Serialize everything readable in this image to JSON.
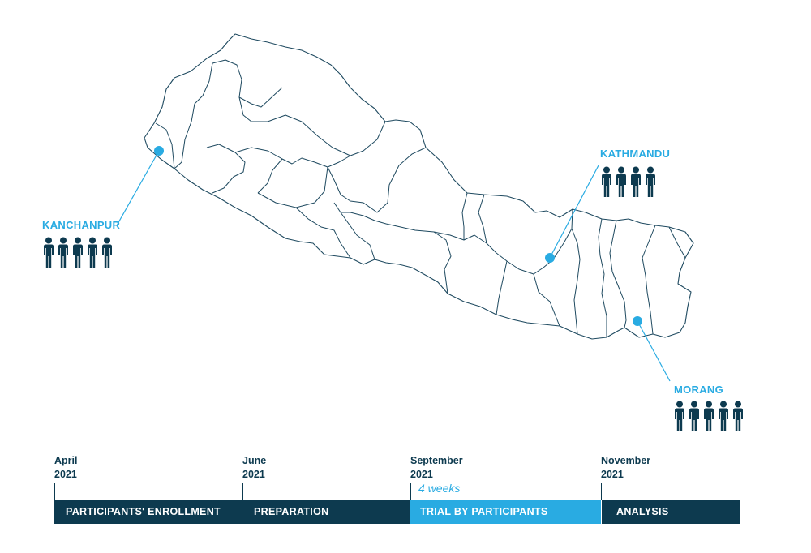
{
  "colors": {
    "accent": "#29abe2",
    "dark": "#0d3a4f",
    "map_line": "#1f4a60"
  },
  "regions": [
    {
      "name": "KANCHANPUR",
      "people": 5
    },
    {
      "name": "KATHMANDU",
      "people": 4
    },
    {
      "name": "MORANG",
      "people": 5
    }
  ],
  "timeline": {
    "dates": [
      {
        "month": "April",
        "year": "2021"
      },
      {
        "month": "June",
        "year": "2021"
      },
      {
        "month": "September",
        "year": "2021"
      },
      {
        "month": "November",
        "year": "2021"
      }
    ],
    "duration_note": "4 weeks",
    "phases": [
      {
        "label": "PARTICIPANTS' ENROLLMENT"
      },
      {
        "label": "PREPARATION"
      },
      {
        "label": "TRIAL BY PARTICIPANTS"
      },
      {
        "label": "ANALYSIS"
      }
    ]
  }
}
